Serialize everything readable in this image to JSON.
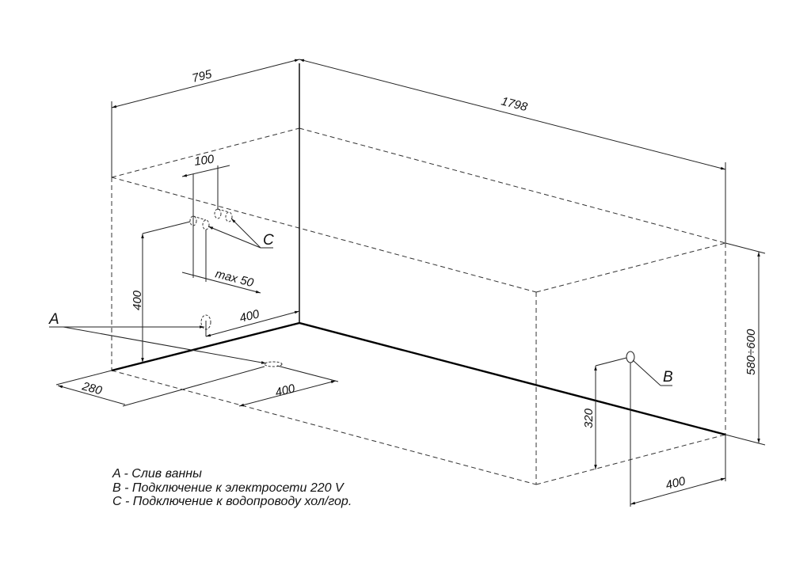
{
  "dimensions": {
    "width": "795",
    "length": "1798",
    "height": "580÷600",
    "c_spacing": "100",
    "c_offset": "max 50",
    "c_height": "400",
    "a_wall_offset": "400",
    "a_floor_depth": "280",
    "a_floor_offset": "400",
    "b_height": "320",
    "b_offset": "400"
  },
  "labels": {
    "a": "A",
    "b": "B",
    "c": "C"
  },
  "legend": [
    "A - Слив ванны",
    "B - Подключение к электросети 220 V",
    "C - Подключение к водопроводу хол/гор."
  ]
}
